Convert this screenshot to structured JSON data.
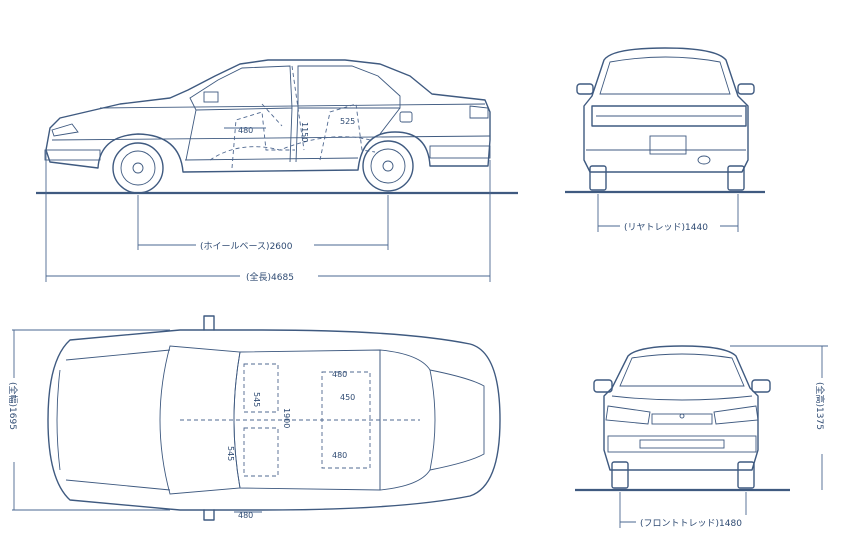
{
  "dimensions": {
    "wheelbase": "(ホイールベース)2600",
    "overall_length": "(全長)4685",
    "rear_tread": "(リヤトレッド)1440",
    "front_tread": "(フロントトレッド)1480",
    "overall_width": "(全幅)1695",
    "overall_height": "(全高)1375"
  },
  "interior_dims": {
    "side_480": "480",
    "side_1150": "1150",
    "side_525": "525",
    "top_480_a": "480",
    "top_480_b": "480",
    "top_480_c": "480",
    "top_545_a": "545",
    "top_545_b": "545",
    "top_450": "450",
    "top_1900": "1900"
  },
  "colors": {
    "line": "#3f5a80",
    "background": "#ffffff"
  }
}
